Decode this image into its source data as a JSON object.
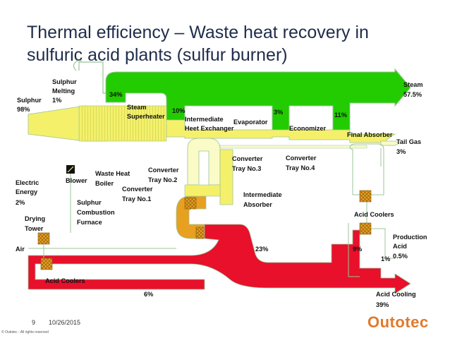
{
  "title": {
    "line1": "Thermal efficiency – Waste heat recovery in",
    "line2": "sulfuric acid plants (sulfur burner)"
  },
  "labels": {
    "sulphur": "Sulphur",
    "sulphur_pct": "98%",
    "sulphur_melting_1": "Sulphur",
    "sulphur_melting_2": "Melting",
    "sulphur_melting_pct": "1%",
    "pct_34": "34%",
    "steam_superheater_1": "Steam",
    "steam_superheater_2": "Superheater",
    "pct_10": "10%",
    "intermediate_1": "Intermediate",
    "intermediate_2": "Heet Exchanger",
    "evaporator": "Evaporator",
    "pct_3": "3%",
    "economizer": "Economizer",
    "pct_11": "11%",
    "steam": "Steam",
    "steam_pct": "57.5%",
    "final_absorber": "Final Absorber",
    "tail_gas": "Tail Gas",
    "tail_gas_pct": "3%",
    "electric_1": "Electric",
    "electric_2": "Energy",
    "electric_pct": "2%",
    "blower": "Blower",
    "waste_heat_1": "Waste Heat",
    "waste_heat_2": "Boiler",
    "conv2_1": "Converter",
    "conv2_2": "Tray No.2",
    "conv1_1": "Converter",
    "conv1_2": "Tray No.1",
    "conv3_1": "Converter",
    "conv3_2": "Tray No.3",
    "conv4_1": "Converter",
    "conv4_2": "Tray No.4",
    "int_absorber_1": "Intermediate",
    "int_absorber_2": "Absorber",
    "combustion_1": "Sulphur",
    "combustion_2": "Combustion",
    "combustion_3": "Furnace",
    "drying_1": "Drying",
    "drying_2": "Tower",
    "air": "Air",
    "pct_23": "23%",
    "acid_coolers_right": "Acid Coolers",
    "pct_9": "9%",
    "production_1": "Production",
    "production_2": "Acid",
    "production_pct": "0.5%",
    "pct_1": "1%",
    "acid_coolers_left": "Acid Coolers",
    "pct_6": "6%",
    "acid_cooling": "Acid Cooling",
    "acid_cooling_pct": "39%"
  },
  "footer": {
    "page": "9",
    "date": "10/26/2015",
    "copyright": "© Outotec - All rights reserved",
    "brand": "Outotec"
  },
  "colors": {
    "steam_green": "#22cc00",
    "sulphur_yellow": "#f5f06a",
    "light_yellow": "#fbfbc8",
    "orange": "#e8a020",
    "red": "#e8102a",
    "outline_green": "#9cc49a",
    "brand_orange": "#e07a2c"
  }
}
